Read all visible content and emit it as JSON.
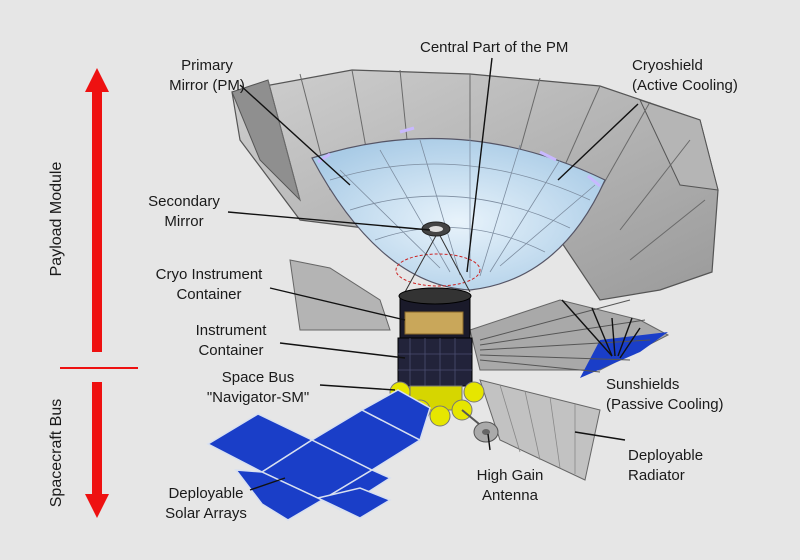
{
  "labels": {
    "primary_mirror_1": "Primary",
    "primary_mirror_2": "Mirror (PM)",
    "central_part": "Central Part of the PM",
    "cryoshield_1": "Cryoshield",
    "cryoshield_2": "(Active Cooling)",
    "secondary_mirror_1": "Secondary",
    "secondary_mirror_2": "Mirror",
    "cryo_container_1": "Cryo Instrument",
    "cryo_container_2": "Container",
    "instrument_container_1": "Instrument",
    "instrument_container_2": "Container",
    "space_bus_1": "Space Bus",
    "space_bus_2": "\"Navigator-SM\"",
    "sunshields_1": "Sunshields",
    "sunshields_2": "(Passive Cooling)",
    "radiator_1": "Deployable",
    "radiator_2": "Radiator",
    "antenna_1": "High Gain",
    "antenna_2": "Antenna",
    "solar_1": "Deployable",
    "solar_2": "Solar Arrays",
    "payload_module": "Payload Module",
    "spacecraft_bus": "Spacecraft Bus"
  },
  "colors": {
    "background": "#e6e6e6",
    "arrow": "#ee1111",
    "solar_panel": "#1a3ec8",
    "mirror": "#bcd8ee",
    "bus_yellow": "#e6e600"
  }
}
